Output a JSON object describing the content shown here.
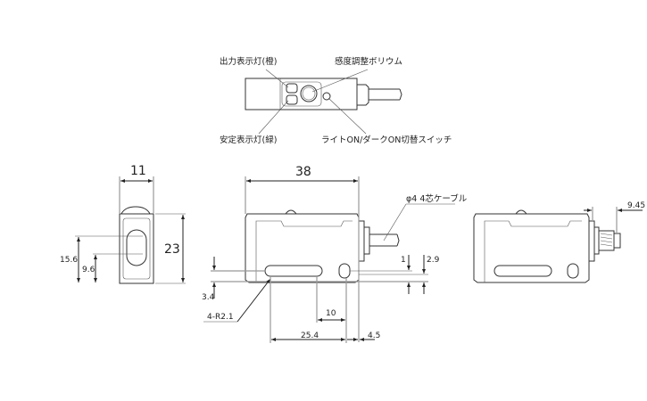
{
  "top_view": {
    "labels": {
      "output_indicator": "出力表示灯(橙)",
      "sensitivity_pot": "感度調整ボリウム",
      "stability_indicator": "安定表示灯(緑)",
      "mode_switch": "ライトON/ダークON切替スイッチ"
    }
  },
  "front_view": {
    "width": "11",
    "height": "23",
    "optical_axis_1": "15.6",
    "optical_axis_2": "9.6"
  },
  "side_view": {
    "length": "38",
    "cable": "φ4  4芯ケーブル",
    "dim_1": "1",
    "dim_2_9": "2.9",
    "dim_3_4": "3.4",
    "radius": "4-R2.1",
    "dim_10": "10",
    "dim_25_4": "25.4",
    "dim_4_5": "4.5"
  },
  "connector_view": {
    "connector_length": "9.45"
  }
}
